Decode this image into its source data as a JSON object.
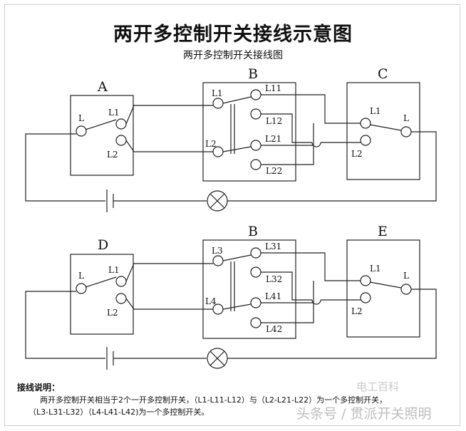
{
  "title": "两开多控制开关接线示意图",
  "subtitle": "两开多控制开关接线图",
  "diagram1": {
    "box_a": "A",
    "box_b": "B",
    "box_c": "C",
    "a_l": "L",
    "a_l1": "L1",
    "a_l2": "L2",
    "b_left_top": "L1",
    "b_left_bottom": "L2",
    "b_r1": "L11",
    "b_r2": "L12",
    "b_r3": "L21",
    "b_r4": "L22",
    "c_l1": "L1",
    "c_l2": "L2",
    "c_l": "L"
  },
  "diagram2": {
    "box_d": "D",
    "box_b": "B",
    "box_e": "E",
    "d_l": "L",
    "d_l1": "L1",
    "d_l2": "L2",
    "b_left_top": "L3",
    "b_left_bottom": "L4",
    "b_r1": "L31",
    "b_r2": "L32",
    "b_r3": "L41",
    "b_r4": "L42",
    "e_l1": "L1",
    "e_l2": "L2",
    "e_l": "L"
  },
  "notes": {
    "heading": "接线说明：",
    "line1": "两开多控制开关相当于2个一开多控制开关，（L1-L11-L12）与（L2-L21-L22）为一个多控制开关，",
    "line2": "（L3-L31-L32）（L4-L41-L42)为一个多控制开关。"
  },
  "watermark": {
    "main": "头条号 / 贯派开关照明",
    "secondary": "电工百科"
  }
}
